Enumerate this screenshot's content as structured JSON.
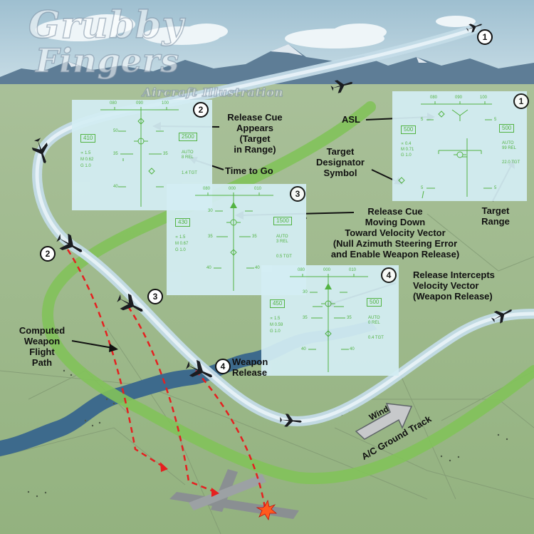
{
  "watermark": {
    "line1": "Grubby",
    "line2": "Fingers",
    "line3": "Aircraft Illustration"
  },
  "colors": {
    "sky": "#aac7d4",
    "ground": "#9db88c",
    "ground_track": "#82c25a",
    "flight_path": "#c6dde8",
    "hud_bg": "#d4eef4",
    "hud_green": "#4db33d",
    "weapon_path": "#e52020",
    "arrow": "#111111"
  },
  "hud_panels": [
    {
      "id": "1",
      "number": "1",
      "heading": [
        "080",
        "090",
        "100"
      ],
      "box_left": "500",
      "box_right": "500",
      "pitch_left": [
        "5",
        "5"
      ],
      "pitch_right": [
        "5",
        "5"
      ],
      "stat_rows": [
        "∝ 0.4",
        "M 0.71",
        "G 1.0"
      ],
      "mode": [
        "AUTO",
        "99 REL"
      ],
      "tgt": "22.0 TGT"
    },
    {
      "id": "2",
      "number": "2",
      "heading": [
        "080",
        "090",
        "100"
      ],
      "box_left": "410",
      "box_right": "2500",
      "pitch_left": [
        "50",
        "35",
        "40"
      ],
      "pitch_right": [
        "35"
      ],
      "stat_rows": [
        "∝ 1.5",
        "M 0.62",
        "G 1.0"
      ],
      "mode": [
        "AUTO",
        "8 REL"
      ],
      "tgt": "1.4 TGT"
    },
    {
      "id": "3",
      "number": "3",
      "heading": [
        "080",
        "000",
        "010"
      ],
      "box_left": "430",
      "box_right": "1500",
      "pitch_left": [
        "30",
        "35",
        "40"
      ],
      "pitch_right": [
        "35",
        "40"
      ],
      "stat_rows": [
        "∝ 1.5",
        "M 0.67",
        "G 1.0"
      ],
      "mode": [
        "AUTO",
        "3 REL"
      ],
      "tgt": "0.5 TGT"
    },
    {
      "id": "4",
      "number": "4",
      "heading": [
        "080",
        "000",
        "010"
      ],
      "box_left": "450",
      "box_right": "500",
      "pitch_left": [
        "30",
        "35",
        "40"
      ],
      "pitch_right": [
        "35",
        "40"
      ],
      "stat_rows": [
        "∝ 1.5",
        "M 0.59",
        "G 1.0"
      ],
      "mode": [
        "AUTO",
        "0 REL"
      ],
      "tgt": "0.4 TGT"
    }
  ],
  "callouts": {
    "release_cue_appears": [
      "Release Cue",
      "Appears",
      "(Target",
      "in Range)"
    ],
    "time_to_go": "Time to Go",
    "asl": "ASL",
    "target_designator": [
      "Target",
      "Designator",
      "Symbol"
    ],
    "target_range": [
      "Target",
      "Range"
    ],
    "release_cue_moving": [
      "Release Cue",
      "Moving Down",
      "Toward Velocity Vector",
      "(Null Azimuth Steering Error",
      "and Enable Weapon Release)"
    ],
    "release_intercepts": [
      "Release Intercepts",
      "Velocity Vector",
      "(Weapon Release)"
    ],
    "computed_path": [
      "Computed",
      "Weapon",
      "Flight",
      "Path"
    ],
    "weapon_release": [
      "Weapon",
      "Release"
    ],
    "wind": "Wind",
    "ground_track": "A/C Ground Track"
  },
  "markers": [
    "1",
    "2",
    "3",
    "4"
  ]
}
